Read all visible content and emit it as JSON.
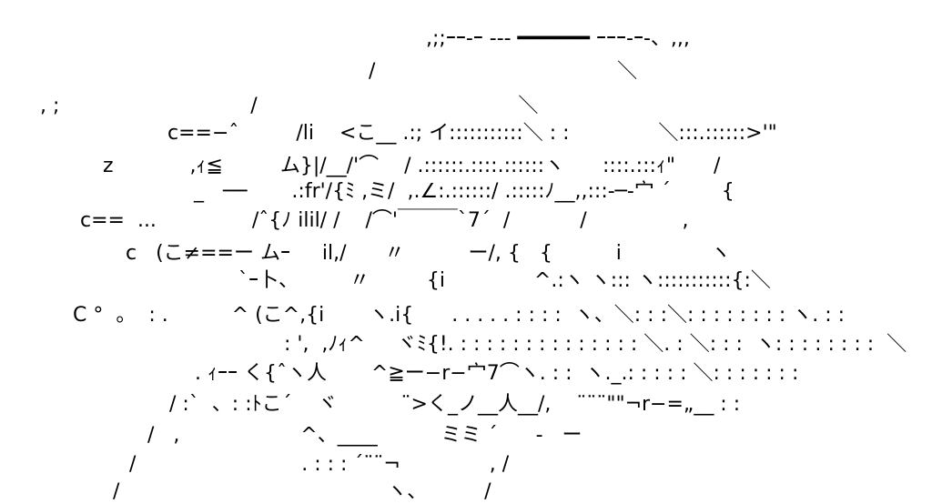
{
  "art": {
    "lines": [
      {
        "text": ",;;ｰｰ-ｰ ‐‐‐ ━━━━━━ ｰｰｰ-ｰ-、,,,"
      },
      {
        "text": "/                                      ＼"
      },
      {
        "text": ", ;                              /                                         ＼"
      },
      {
        "text": "c==−ˆ         /li    <こ__ .:; イ:::::::::::＼ : :              ＼:::.::::::>'\""
      },
      {
        "text": "z            ,ｨ≦         ム}|/__/'⌒    / .::::::.::::.::::::ヽ      ::::.:::ｨ\"      /"
      },
      {
        "text": "_   ──       .:fr'/{ﾐ ,ミ/  ,.∠:.::::::/ .:::::ﾉ__,,:::-─‐宀 ´        {"
      },
      {
        "text": "c==  ...               /ˆ{ﾉ ilil/ /    /⌒'￣￣￣`7´  /           /               ,"
      },
      {
        "text": "c   (こ≠==ー ムｰ     il,/      〃          ー/, {   {          i              ヽ"
      },
      {
        "text": "`ｰ卜、        〃         {i              ^.:ヽ ヽ::: ヽ:::::::::::{:＼"
      },
      {
        "text": "C °  。  : .          ^ (こ^,{i       ヽ.i{      . . . . . : : : :  ヽ、＼: : :＼: : : : : : : : ヽ. : :"
      },
      {
        "text": ": ',  ,ﾉｨ^     ヾﾐ{!. : : : : : : : : : : : : : : ＼. : ＼: : :  ヽ: : : : : : : :  ＼"
      },
      {
        "text": ". ｨｰｰ く{ˆヽ人       ^≧ー−r−宀7⌒ヽ. : :  ヽ._.: : : : : ＼: : : : : : :"
      },
      {
        "text": "/ :`  、: :ﾄこ´    ヾ          ¨>く_ノ__人__/,    ¨¨¨\"\"¬r−=„__ : :"
      },
      {
        "text": "/   ,                   ^、____          ミミ ´      -   ー"
      },
      {
        "text": "/                          . : : : ´¨¨¬              , /"
      },
      {
        "text": "/                                          ヽ、         /"
      }
    ]
  }
}
